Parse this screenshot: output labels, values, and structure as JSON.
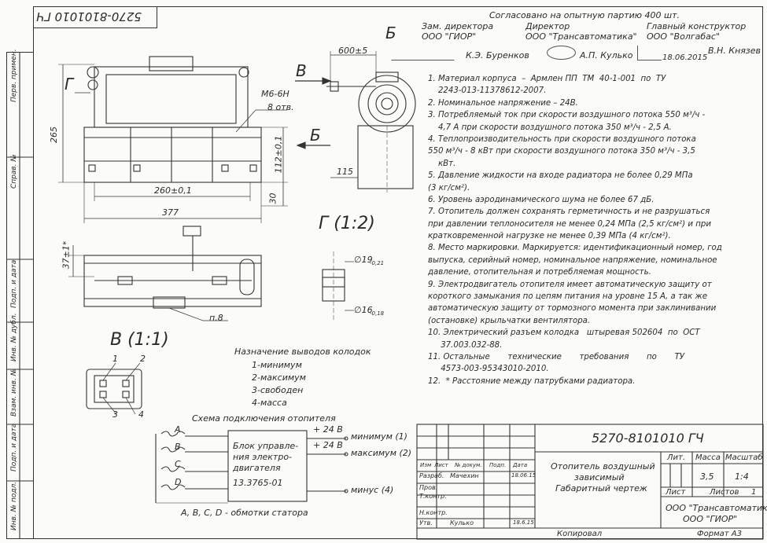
{
  "stamp_top_left": "5270-8101010 ГЧ",
  "approval": {
    "header": "Согласовано на опытную партию 400 шт.",
    "roles": [
      "Зам. директора",
      "Директор",
      "Главный конструктор"
    ],
    "orgs": [
      "ООО \"ГИОР\"",
      "ООО \"Трансавтоматика\"",
      "ООО \"Волгабас\""
    ],
    "names": [
      "К.Э. Буренков",
      "А.П. Кулько",
      "В.Н. Князев"
    ],
    "date": "18.06.2015"
  },
  "side_column": [
    "Перв. примен.",
    "Справ. №",
    "Подп. и дата",
    "Инв. № дубл.",
    "Взам. инв. №",
    "Подп. и дата",
    "Инв. № подл."
  ],
  "dims": {
    "d265": "265",
    "m6": "М6-6Н",
    "holes": "8 отв.",
    "d112": "112±0,1",
    "d30": "30",
    "d260": "260±0,1",
    "d377": "377",
    "d600": "600±5",
    "d115": "115",
    "d37": "37±1*",
    "p8": "п.8",
    "phi19": "∅19",
    "phi19tol": "-0,21",
    "phi16": "∅16",
    "phi16tol": "-0,18"
  },
  "labels": {
    "G": "Г",
    "B_view": "Б",
    "B_arrow": "Б",
    "V_arrow": "В",
    "G_scale": "Г (1:2)",
    "V_scale": "В (1:1)"
  },
  "pins": {
    "title": "Назначение выводов колодок",
    "items": [
      "1-минимум",
      "2-максимум",
      "3-свободен",
      "4-масса"
    ],
    "numbers": [
      "1",
      "2",
      "3",
      "4"
    ]
  },
  "scheme": {
    "title": "Схема подключения отопителя",
    "block": [
      "Блок управле-",
      "ния электро-",
      "двигателя",
      "13.3765-01"
    ],
    "windings": [
      "A",
      "B",
      "C",
      "D"
    ],
    "v1": "+ 24 В",
    "v2": "+ 24 В",
    "out1": "минимум (1)",
    "out2": "максимум (2)",
    "out3": "минус (4)",
    "caption": "A, B, C, D - обмотки статора"
  },
  "notes": [
    "1. Материал корпуса  –  Армлен ПП  ТМ  40-1-001  по  ТУ",
    "    2243-013-11378612-2007.",
    "2. Номинальное напряжение – 24В.",
    "3. Потребляемый ток при скорости воздушного потока 550 м³/ч -",
    "    4,7 А при скорости воздушного потока 350 м³/ч - 2,5 А.",
    "4. Теплопроизводительность при скорости воздушного потока",
    "550 м³/ч - 8 кВт при скорости воздушного потока 350 м³/ч - 3,5",
    "    кВт.",
    "5. Давление жидкости на входе радиатора не более 0,29 МПа",
    "(3 кг/см²).",
    "6. Уровень аэродинамического шума не более 67 дБ.",
    "7. Отопитель должен сохранять герметичность и не разрушаться",
    "при давлении теплоносителя не менее 0,24 МПа (2,5 кг/см²) и при",
    "кратковременной нагрузке не менее 0,39 МПа (4 кг/см²).",
    "8. Место маркировки. Маркируется: идентификационный номер, год",
    "выпуска, серийный номер, номинальное напряжение, номинальное",
    "давление, отопительная и потребляемая мощность.",
    "9. Электродвигатель отопителя имеет автоматическую защиту от",
    "короткого замыкания по цепям питания на уровне 15 А, а так же",
    "автоматическую защиту от тормозного момента при заклинивании",
    "(остановке) крыльчатки вентилятора.",
    "10. Электрический разъем колодка   штыревая 502604  по  ОСТ",
    "     37.003.032-88.",
    "11. Остальные       технические       требования       по       ТУ",
    "     4573-003-95343010-2010.",
    "12.  * Расстояние между патрубками радиатора."
  ],
  "titleblock": {
    "code": "5270-8101010 ГЧ",
    "name": [
      "Отопитель воздушный",
      "зависимый",
      "Габаритный чертеж"
    ],
    "rows": [
      "Изм",
      "Лист",
      "№ докум.",
      "Подп.",
      "Дата"
    ],
    "razrab": "Разраб.",
    "razrab_name": "Мачехин",
    "razrab_date": "18.06.15",
    "prov": "Пров.",
    "tkontr": "Т.контр.",
    "nkontr": "Н.контр.",
    "utv": "Утв.",
    "utv_name": "Кулько",
    "utv_date": "18.6.15",
    "lit": "Лит.",
    "massa": "Масса",
    "masshtab": "Масштаб",
    "mass_val": "3,5",
    "scale_val": "1:4",
    "list": "Лист",
    "listov": "Листов",
    "listov_val": "1",
    "org1": "ООО \"Трансавтоматика\"",
    "org2": "ООО \"ГИОР\"",
    "kopiroval": "Копировал",
    "format": "Формат  А3"
  }
}
